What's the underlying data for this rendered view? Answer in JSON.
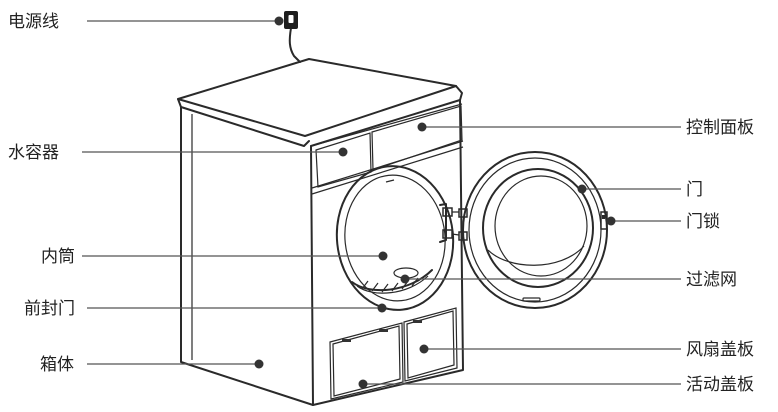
{
  "labels": {
    "power_cord": "电源线",
    "water_container": "水容器",
    "inner_drum": "内筒",
    "front_cover_door": "前封门",
    "cabinet": "箱体",
    "control_panel": "控制面板",
    "door": "门",
    "door_lock": "门锁",
    "filter_screen": "过滤网",
    "fan_cover": "风扇盖板",
    "movable_cover": "活动盖板"
  },
  "colors": {
    "line": "#2a2a2a",
    "leader": "#555555",
    "text": "#222222",
    "background": "#ffffff"
  },
  "icons": {
    "plug": "power-plug-icon"
  }
}
